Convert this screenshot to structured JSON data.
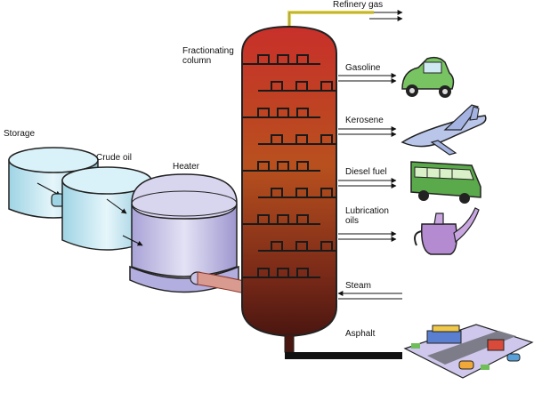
{
  "labels": {
    "storage": "Storage",
    "crude_oil": "Crude oil",
    "heater": "Heater",
    "fractionating_column": "Fractionating\ncolumn",
    "refinery_gas": "Refinery gas",
    "gasoline": "Gasoline",
    "kerosene": "Kerosene",
    "diesel_fuel": "Diesel fuel",
    "lubrication_oils": "Lubrication\noils",
    "steam": "Steam",
    "asphalt": "Asphalt"
  },
  "icons": {
    "gasoline": "car-icon",
    "kerosene": "airplane-icon",
    "diesel_fuel": "bus-icon",
    "lubrication_oils": "oil-can-icon",
    "asphalt": "road-scene-icon"
  },
  "colors": {
    "column_top": "#c0262d",
    "column_mid": "#b5481f",
    "column_bottom": "#5a1a14",
    "tank_blue": "#bfe6f0",
    "heater_purple": "#c7c3e6",
    "refinery_gas_pipe": "#e6d84a",
    "arrow": "#111111"
  }
}
